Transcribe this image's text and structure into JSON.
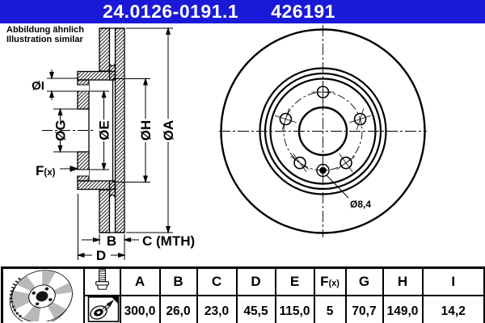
{
  "header": {
    "part_number": "24.0126-0191.1",
    "catalog_number": "426191",
    "bg_color": "#1b19d8",
    "text_color": "#ffffff"
  },
  "note": {
    "line1": "Abbildung ähnlich",
    "line2": "Illustration similar"
  },
  "drawing": {
    "dim_labels": {
      "i": "ØI",
      "g": "ØG",
      "e": "ØE",
      "h": "ØH",
      "a": "ØA",
      "f": "F",
      "f_suffix": "(x)",
      "b": "B",
      "c": "C (MTH)",
      "d": "D",
      "hole": "Ø8,4"
    },
    "line_color": "#000000"
  },
  "table": {
    "headers": [
      "A",
      "B",
      "C",
      "D",
      "E",
      "F",
      "G",
      "H",
      "I"
    ],
    "f_suffix": "(x)",
    "values": [
      "300,0",
      "26,0",
      "23,0",
      "45,5",
      "115,0",
      "5",
      "70,7",
      "149,0",
      "14,2"
    ],
    "icons": {
      "left": "brake-disc-3d-icon",
      "top": "wheel-bolt-icon",
      "bottom": "mounting-hint-icon"
    }
  }
}
